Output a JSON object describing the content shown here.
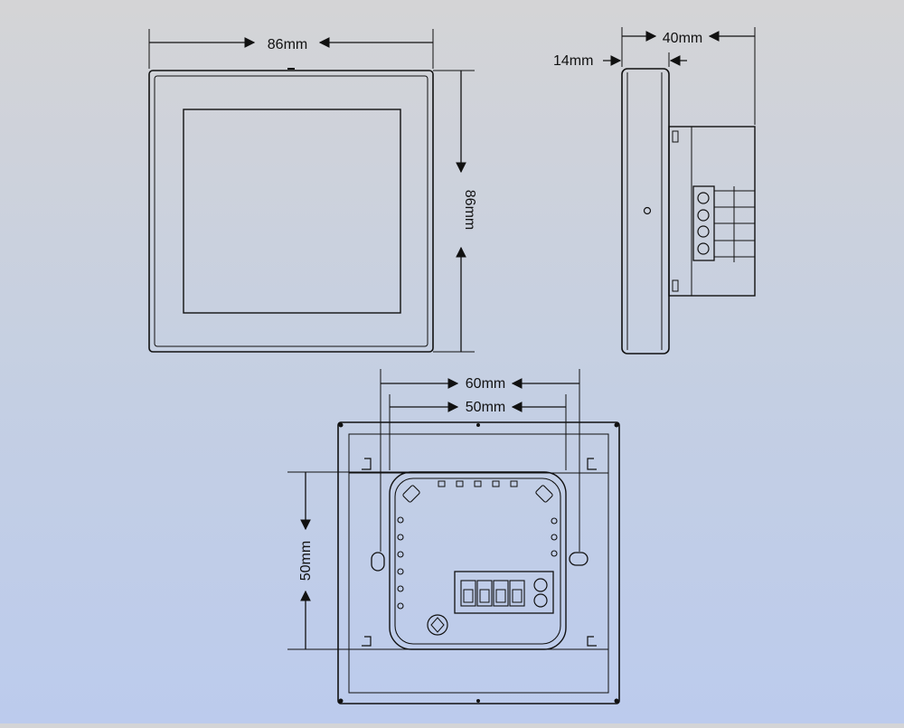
{
  "front_view": {
    "width_label": "86mm",
    "height_label": "86mm"
  },
  "side_view": {
    "depth_label": "40mm",
    "face_depth_label": "14mm"
  },
  "back_view": {
    "outer_spacing_label": "60mm",
    "inner_spacing_label": "50mm",
    "vertical_spacing_label": "50mm"
  }
}
